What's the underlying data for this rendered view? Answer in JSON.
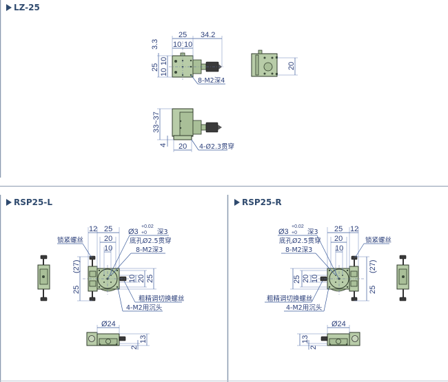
{
  "sections": [
    {
      "title": "LZ-25"
    },
    {
      "title": "RSP25-L"
    },
    {
      "title": "RSP25-R"
    }
  ],
  "lz25": {
    "top_dims": [
      "25",
      "34.2",
      "10",
      "10"
    ],
    "left_dims": [
      "3.3",
      "25",
      "10",
      "10"
    ],
    "thread_note": "8-M2深4",
    "side_dim": "20",
    "height_dim": "33~37",
    "base_dim": "4",
    "width_dim": "20",
    "hole_note": "4-Ø2.3贯穿"
  },
  "rsp25": {
    "dim_12": "12",
    "dim_25": "25",
    "dim_20": "20",
    "dim_10": "10",
    "dim_27": "(27)",
    "dim_25v": "25",
    "pin_hole": "Ø3",
    "tol_upper": "+0.02",
    "tol_lower": "+0",
    "pin_depth": "深3",
    "bottom_hole": "底孔Ø2.5贯穿",
    "thread_note": "8-M2深3",
    "lock_screw": "锁紧螺丝",
    "switch_screw": "粗精调切换螺丝",
    "countersink": "4-M2用沉头",
    "dia": "Ø24",
    "dim_13": "13",
    "dim_2": "2"
  },
  "colors": {
    "accent": "#2f4a6e",
    "part": "#b8cca8",
    "dimension": "#2b3f7a"
  }
}
